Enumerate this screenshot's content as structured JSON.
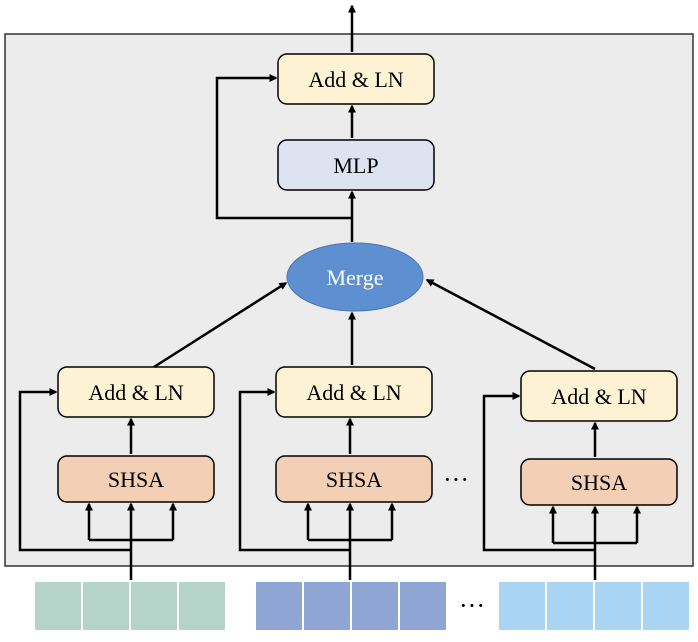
{
  "diagram": {
    "top_add_ln_label": "Add & LN",
    "mlp_label": "MLP",
    "merge_label": "Merge",
    "branches": [
      {
        "add_ln_label": "Add & LN",
        "shsa_label": "SHSA"
      },
      {
        "add_ln_label": "Add & LN",
        "shsa_label": "SHSA"
      },
      {
        "add_ln_label": "Add & LN",
        "shsa_label": "SHSA"
      }
    ],
    "branch_ellipsis": "···",
    "token_ellipsis": "···"
  },
  "colors": {
    "container_fill": "#ececec",
    "add_ln_fill": "#fdf3d4",
    "mlp_fill": "#dde3f0",
    "shsa_fill": "#f3cfb5",
    "merge_fill": "#5e8fd0",
    "token_group_1": "#b6d3c9",
    "token_group_2": "#8fa5d4",
    "token_group_3": "#a9d4f2"
  }
}
